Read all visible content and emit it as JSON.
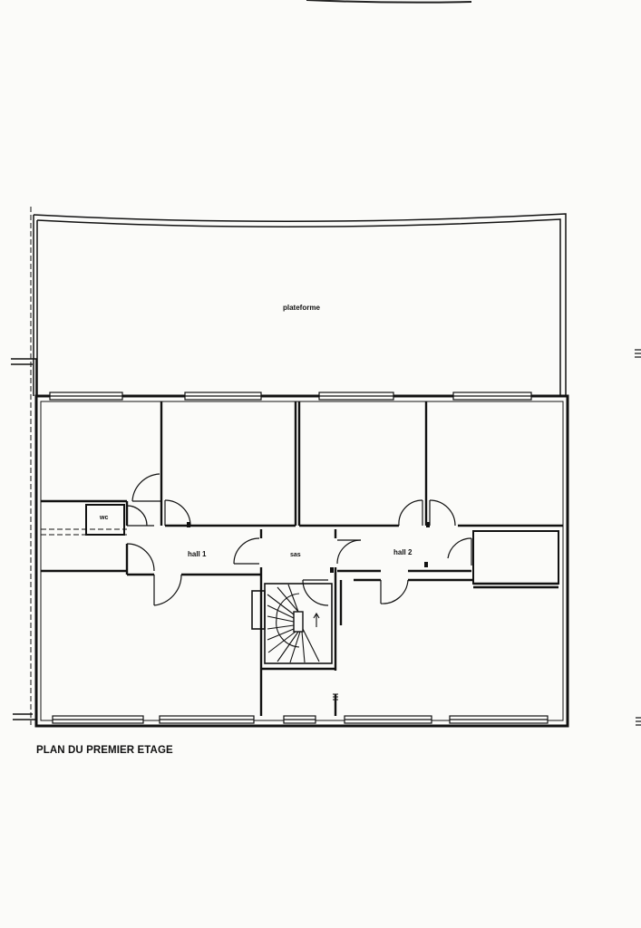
{
  "plan": {
    "title": "PLAN DU PREMIER ETAGE",
    "rooms": {
      "platform": "plateforme",
      "wc": "wc",
      "hall1": "hall 1",
      "sas": "sas",
      "hall2": "hall 2"
    }
  },
  "colors": {
    "paper": "#fbfbf9",
    "ink": "#111111"
  }
}
